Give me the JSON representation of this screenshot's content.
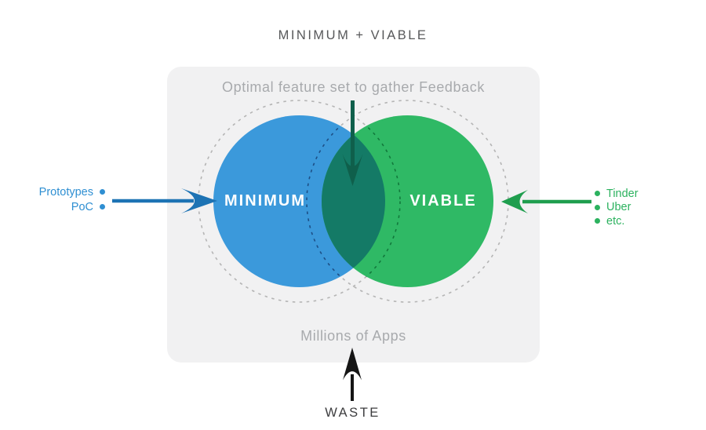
{
  "title": "MINIMUM + VIABLE",
  "panel": {
    "top_caption": "Optimal feature set to gather Feedback",
    "bottom_caption": "Millions of Apps"
  },
  "venn": {
    "left_circle_label": "MINIMUM",
    "right_circle_label": "VIABLE"
  },
  "left_annotation": {
    "items": [
      "Prototypes",
      "PoC"
    ]
  },
  "right_annotation": {
    "items": [
      "Tinder",
      "Uber",
      "etc."
    ]
  },
  "bottom_label": "WASTE",
  "icons": {
    "left_arrow": "arrow-right-icon",
    "right_arrow": "arrow-left-icon",
    "top_arrow": "arrow-down-icon",
    "bottom_arrow": "arrow-up-icon",
    "bullet": "bullet-dot-icon"
  },
  "colors": {
    "blue_circle": "#3b99db",
    "green_circle": "#2fb965",
    "overlap": "#147a66",
    "dash_gray": "#b5b5b5",
    "dash_blue": "#1d4f86",
    "dash_green": "#12793c",
    "blue_arrow": "#1d73b4",
    "green_arrow": "#1f9e4e",
    "teal_arrow": "#0f5f4b",
    "black_arrow": "#151515",
    "blue_text": "#2f8fd2",
    "green_text": "#2cb25f",
    "title_text": "#57585a",
    "muted_text": "#a8aaad",
    "waste_text": "#3d3d3f",
    "panel_bg": "#f1f1f2"
  }
}
